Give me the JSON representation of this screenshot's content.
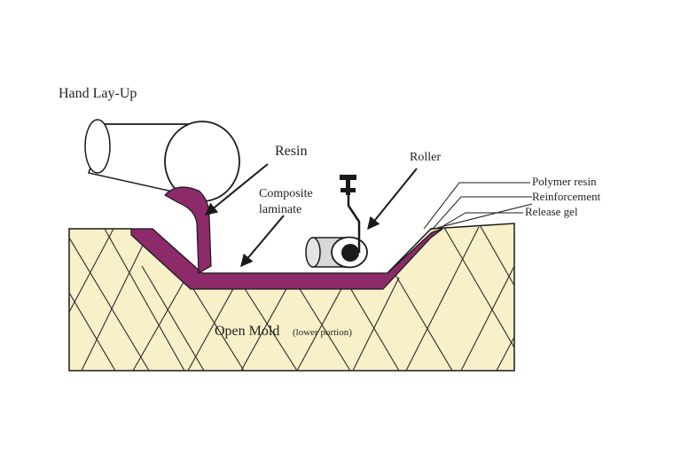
{
  "title": "Hand Lay-Up",
  "labels": {
    "resin": "Resin",
    "composite_line1": "Composite",
    "composite_line2": "laminate",
    "roller": "Roller",
    "polymer_resin": "Polymer resin",
    "reinforcement": "Reinforcement",
    "release_gel": "Release gel",
    "mold_main": "Open  Mold",
    "mold_sub": "(lower portion)"
  },
  "colors": {
    "mold_fill": "#f7f0c8",
    "laminate_fill": "#8c2a6a",
    "outline": "#1a1a1a",
    "roller_fill": "#d8d8d8"
  }
}
